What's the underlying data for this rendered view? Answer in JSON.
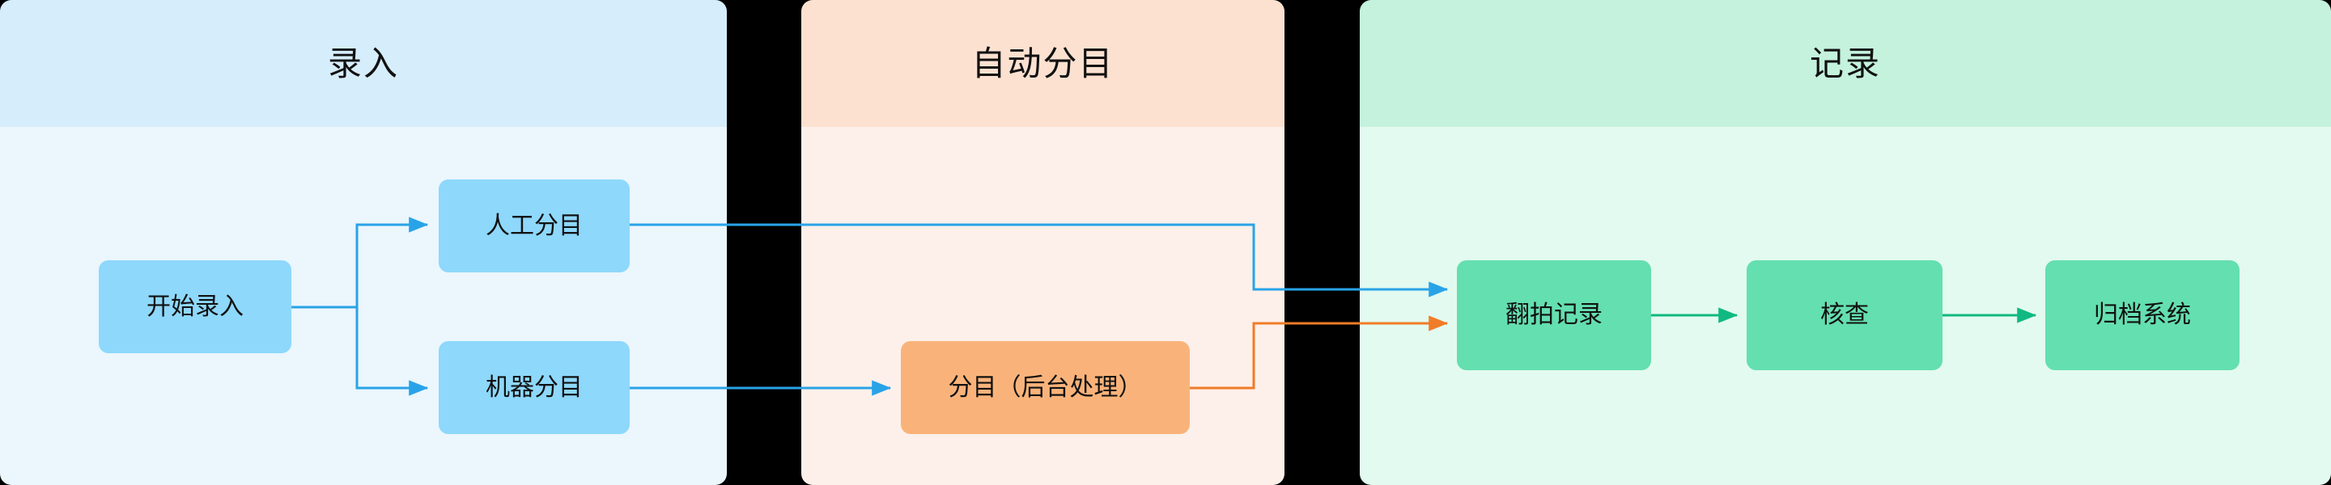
{
  "diagram": {
    "type": "flowchart",
    "orientation": "left-to-right",
    "lanes": [
      {
        "id": "entry",
        "title": "录入",
        "header_color": "#D6EDFB",
        "body_color": "#EBF6FD",
        "node_color": "#8ED8FB",
        "nodes": [
          {
            "id": "start",
            "label": "开始录入"
          },
          {
            "id": "manual",
            "label": "人工分目"
          },
          {
            "id": "machine",
            "label": "机器分目"
          }
        ]
      },
      {
        "id": "auto",
        "title": "自动分目",
        "header_color": "#FCE1D0",
        "body_color": "#FDF0EA",
        "node_color": "#F9B37A",
        "nodes": [
          {
            "id": "bg-sort",
            "label": "分目（后台处理）"
          }
        ]
      },
      {
        "id": "record",
        "title": "记录",
        "header_color": "#C4F2DD",
        "body_color": "#E3FAF0",
        "node_color": "#64DFB0",
        "nodes": [
          {
            "id": "rephoto",
            "label": "翻拍记录"
          },
          {
            "id": "verify",
            "label": "核查"
          },
          {
            "id": "archive",
            "label": "归档系统"
          }
        ]
      }
    ],
    "edges": [
      {
        "id": "start-manual",
        "from": "start",
        "to": "manual",
        "color": "#29A3E8",
        "label": ""
      },
      {
        "id": "start-machine",
        "from": "start",
        "to": "machine",
        "color": "#29A3E8",
        "label": ""
      },
      {
        "id": "manual-rephoto",
        "from": "manual",
        "to": "rephoto",
        "color": "#29A3E8",
        "label": ""
      },
      {
        "id": "machine-bgsort",
        "from": "machine",
        "to": "bg-sort",
        "color": "#29A3E8",
        "label": ""
      },
      {
        "id": "bgsort-rephoto",
        "from": "bg-sort",
        "to": "rephoto",
        "color": "#F07C28",
        "label": ""
      },
      {
        "id": "rephoto-verify",
        "from": "rephoto",
        "to": "verify",
        "color": "#10B981",
        "label": ""
      },
      {
        "id": "verify-archive",
        "from": "verify",
        "to": "archive",
        "color": "#10B981",
        "label": ""
      }
    ],
    "background_color": "#000000"
  }
}
